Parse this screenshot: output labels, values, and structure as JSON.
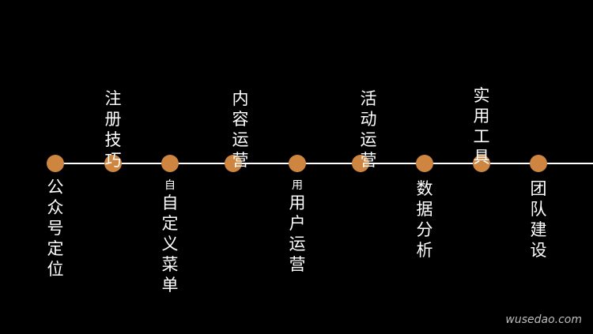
{
  "timeline": {
    "line_color": "#ffffff",
    "node_color": "#cd853f",
    "nodes": [
      {
        "label": "公众号定位",
        "position": "below"
      },
      {
        "label": "注册技巧",
        "position": "above"
      },
      {
        "prefix": "自",
        "label": "自定义菜单",
        "position": "below"
      },
      {
        "label": "内容运营",
        "position": "above"
      },
      {
        "prefix": "用",
        "label": "用户运营",
        "position": "below"
      },
      {
        "label": "活动运营",
        "position": "above"
      },
      {
        "label": "数据分析",
        "position": "below"
      },
      {
        "label": "实用工具",
        "position": "above"
      },
      {
        "label": "团队建设",
        "position": "below"
      }
    ]
  },
  "watermark": "wusedao.com"
}
